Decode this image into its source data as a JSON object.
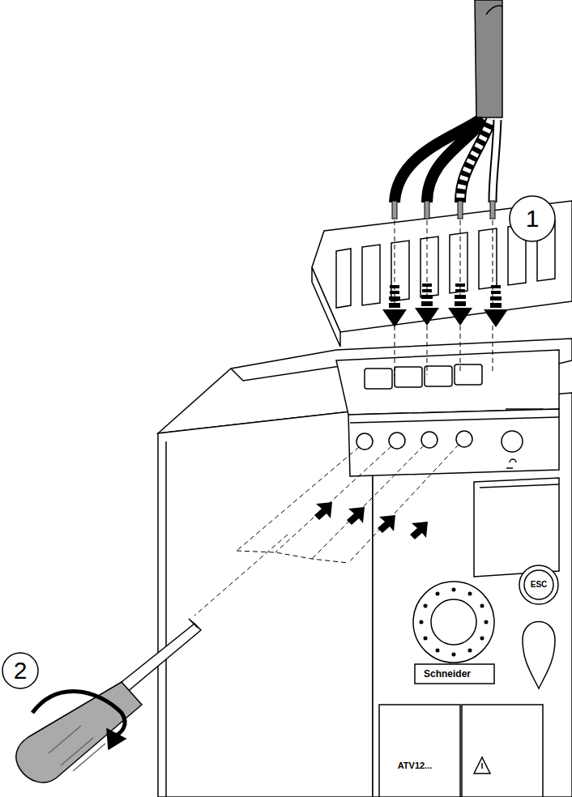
{
  "diagram": {
    "labels": [
      "1",
      "2",
      "ESC",
      "Schneider",
      "ATV12..."
    ]
  }
}
